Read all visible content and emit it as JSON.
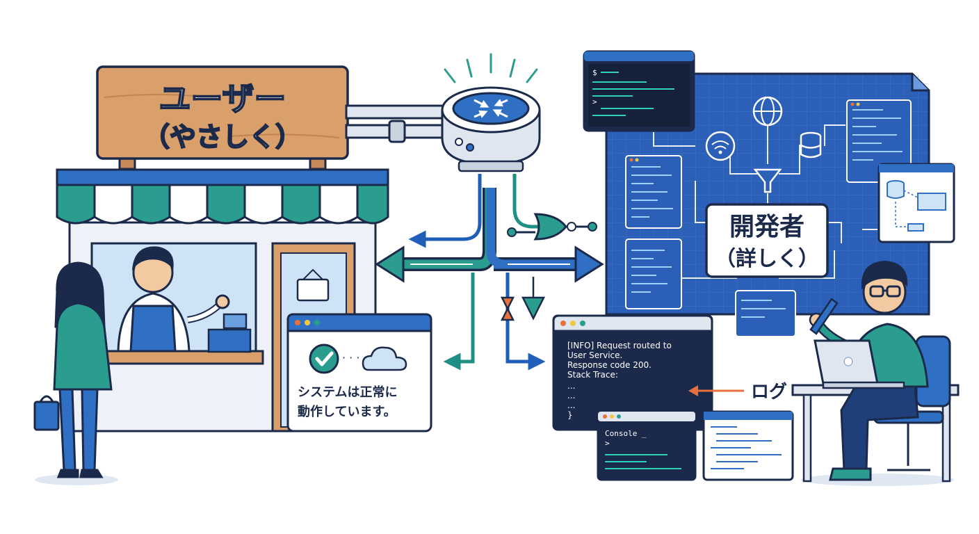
{
  "user_sign": {
    "title": "ユーザー",
    "subtitle": "（やさしく）"
  },
  "user_message": {
    "line1": "システムは正常に",
    "line2": "動作しています。"
  },
  "developer_sign": {
    "title": "開発者",
    "subtitle": "（詳しく）"
  },
  "log_window": {
    "lines": [
      "[INFO] Request routed to",
      "User Service.",
      "Response code 200.",
      "Stack Trace:",
      "  ...",
      "  ...",
      "  ...",
      "}"
    ]
  },
  "log_label": "ログ",
  "console_window": {
    "title": "Console _",
    "prompt": ">"
  },
  "top_terminal": {
    "prompt1": "$",
    "prompt2": ">"
  },
  "colors": {
    "navy": "#1b2a4a",
    "blue": "#2f6fc4",
    "teal": "#2a9d8f",
    "wood": "#d9a06b",
    "orange": "#e8703a",
    "blueprint": "#2b5fb8"
  }
}
